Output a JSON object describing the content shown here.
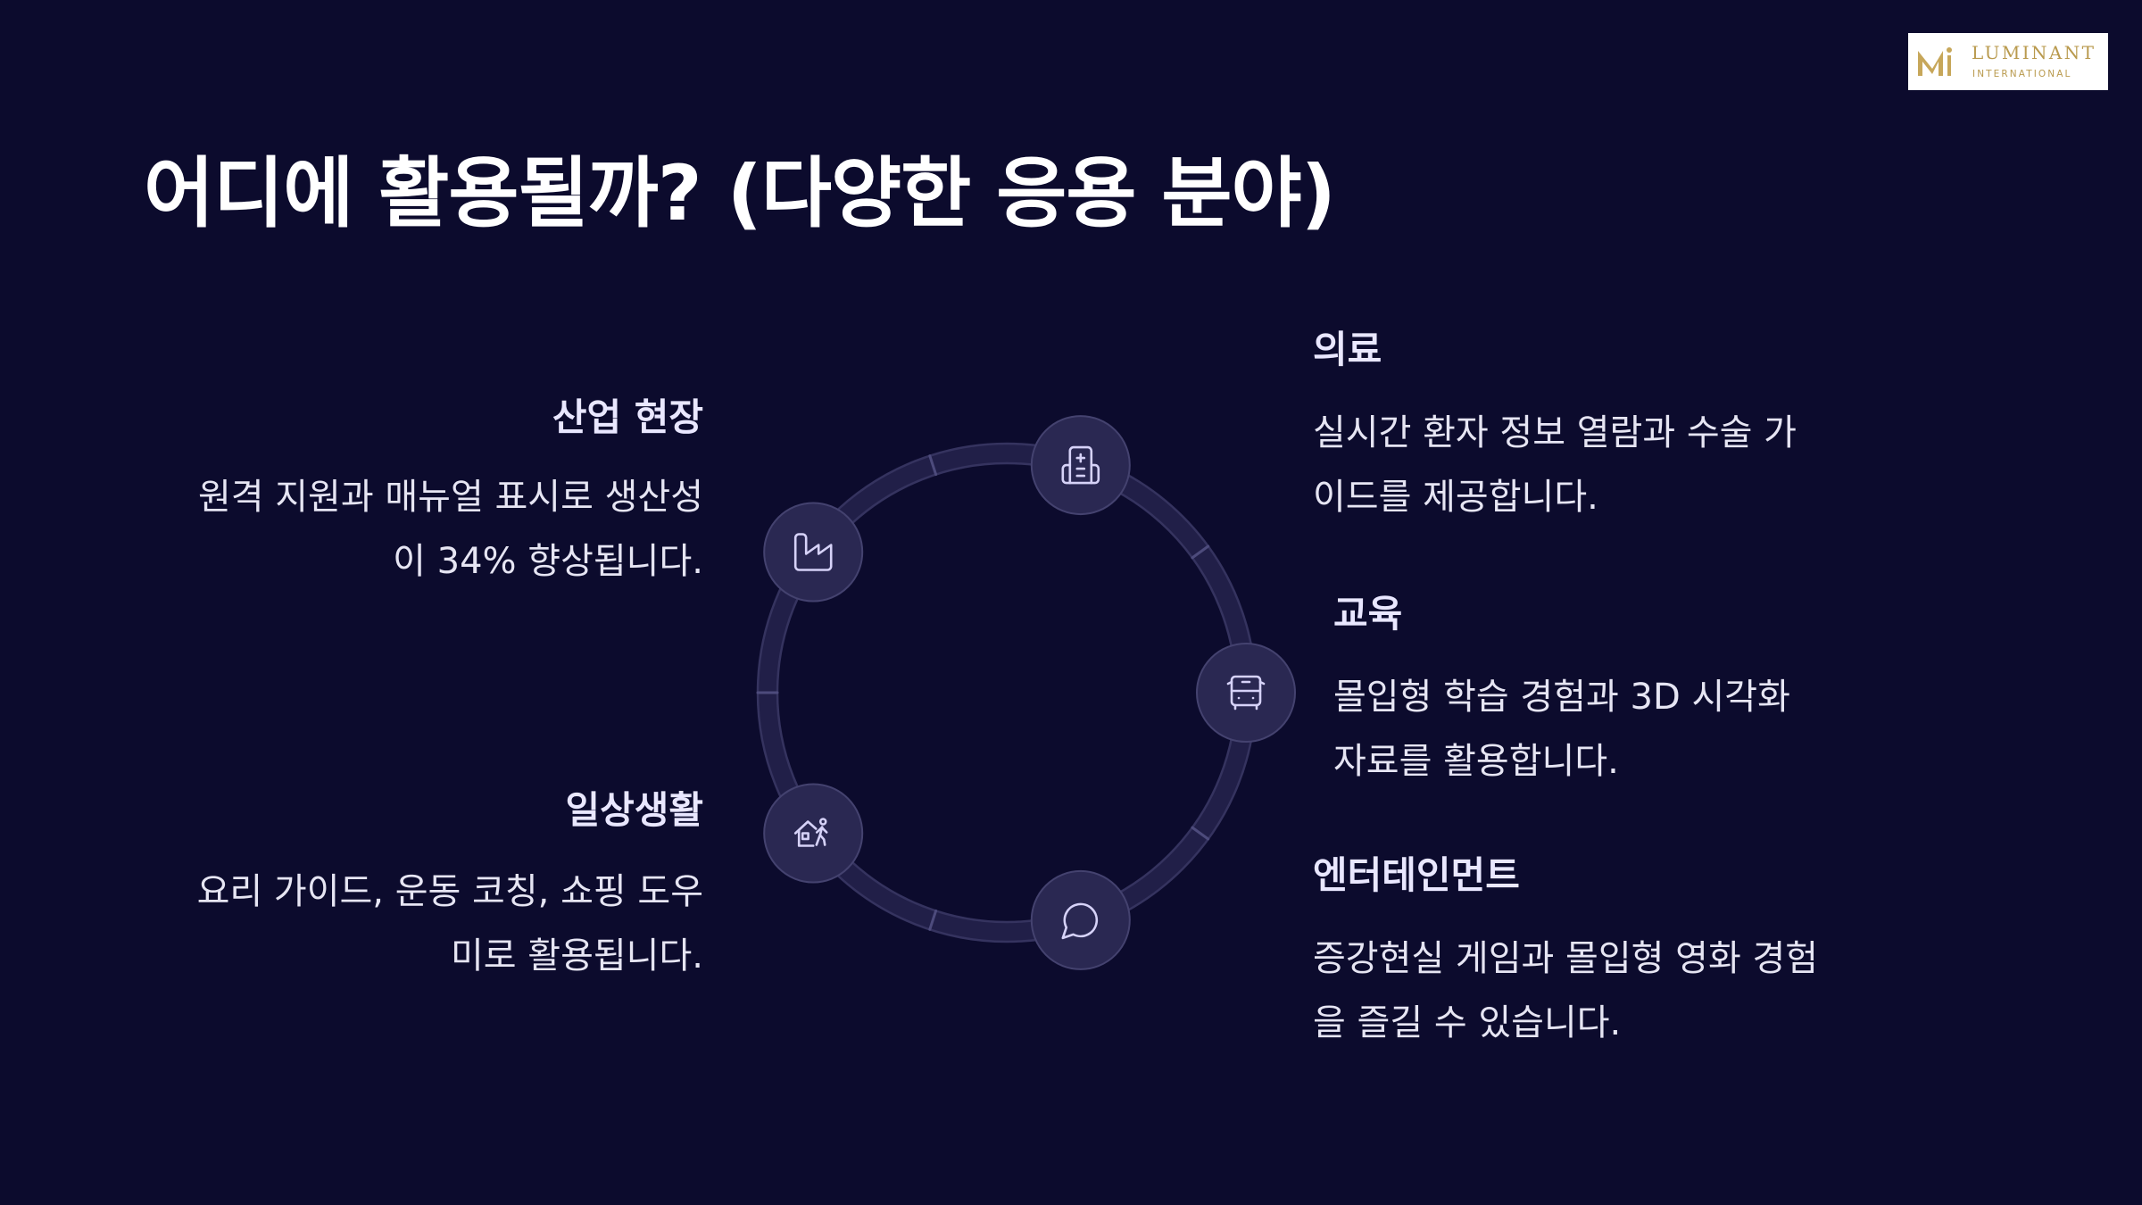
{
  "theme": {
    "background": "#0c0b2d",
    "logo_gold": "#b99a4e",
    "node_fill": "#2a2852",
    "icon_color": "#d6d2f8"
  },
  "logo": {
    "name": "LUMINANT",
    "subtitle": "INTERNATIONAL"
  },
  "title": "어디에 활용될까? (다양한 응용 분야)",
  "sections": {
    "industry": {
      "heading": "산업 현장",
      "lines": [
        "원격 지원과 매뉴얼 표시로 생산성",
        "이 34% 향상됩니다."
      ],
      "icon": "factory-icon"
    },
    "daily": {
      "heading": "일상생활",
      "lines": [
        "요리 가이드, 운동 코칭, 쇼핑 도우",
        "미로 활용됩니다."
      ],
      "icon": "house-walking-person-icon"
    },
    "medical": {
      "heading": "의료",
      "lines": [
        "실시간 환자 정보 열람과 수술 가",
        "이드를 제공합니다."
      ],
      "icon": "hospital-icon"
    },
    "education": {
      "heading": "교육",
      "lines": [
        "몰입형 학습 경험과 3D 시각화",
        "자료를 활용합니다."
      ],
      "icon": "bus-icon"
    },
    "entertainment": {
      "heading": "엔터테인먼트",
      "lines": [
        "증강현실 게임과 몰입형 영화 경험",
        "을 즐길 수 있습니다."
      ],
      "icon": "chat-bubble-icon"
    }
  }
}
